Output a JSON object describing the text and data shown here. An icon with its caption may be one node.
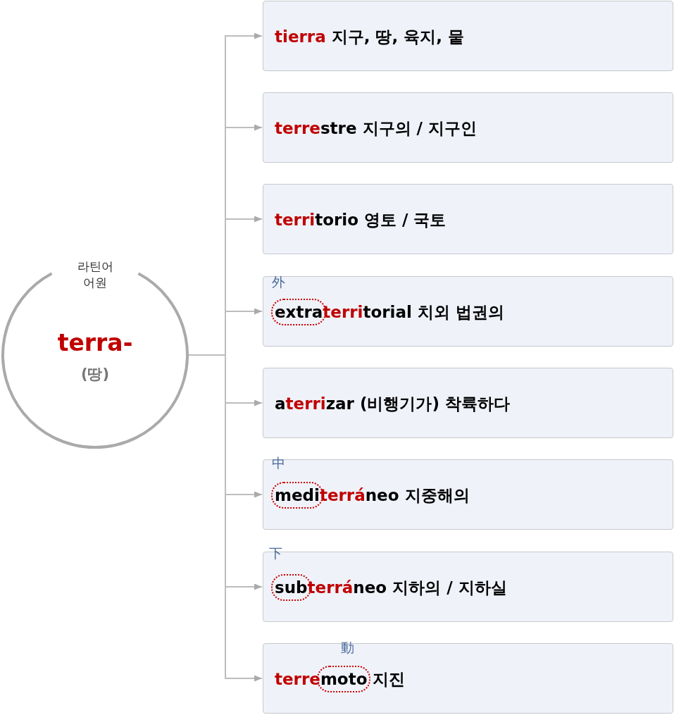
{
  "diagram": {
    "nodes": [
      {
        "text": [
          "라틴어 어원",
          "terra-",
          "(땅)"
        ]
      },
      {
        "text": [
          "**tierra** 지구, 땅, 육지, 뭍"
        ]
      },
      {
        "text": [
          "**terre**stre 지구의 / 지구인"
        ]
      },
      {
        "text": [
          "**terri**torio 영토 / 국토"
        ]
      },
      {
        "text": [
          "外",
          "extra**terri**torial 치외 법권의"
        ]
      },
      {
        "text": [
          "a**terri**zar (비행기가) 착륙하다"
        ]
      },
      {
        "text": [
          "中",
          "medi**terrá**neo 지중해의"
        ]
      },
      {
        "text": [
          "下",
          "sub**terrá**neo 지하의 / 지하실"
        ]
      },
      {
        "text": [
          "動",
          "**terre**moto 지진"
        ]
      }
    ],
    "edges": [
      {
        "from": 0,
        "to": 1,
        "arrow": "to"
      },
      {
        "from": 0,
        "to": 2,
        "arrow": "to"
      },
      {
        "from": 0,
        "to": 3,
        "arrow": "to"
      },
      {
        "from": 0,
        "to": 4,
        "arrow": "to"
      },
      {
        "from": 0,
        "to": 5,
        "arrow": "to"
      },
      {
        "from": 0,
        "to": 6,
        "arrow": "to"
      },
      {
        "from": 0,
        "to": 7,
        "arrow": "to"
      },
      {
        "from": 0,
        "to": 8,
        "arrow": "to"
      }
    ]
  }
}
